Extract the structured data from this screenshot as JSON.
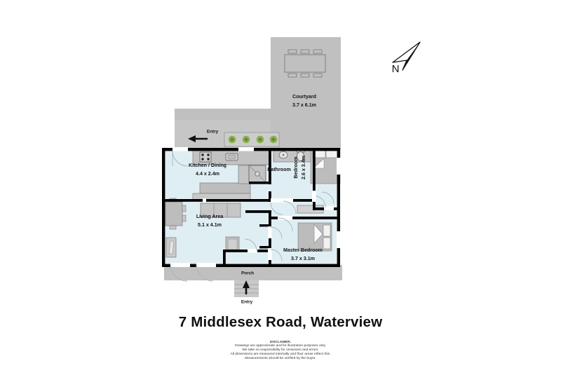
{
  "title": "7 Middlesex Road, Waterview",
  "colors": {
    "interior_floor": "#dfeef2",
    "exterior_ground": "#c0c0c0",
    "wall": "#000000",
    "furniture": "#b5b5b5",
    "furniture_light": "#cfcfcf",
    "plant_green": "#7ba23f",
    "text": "#141414",
    "page_background": "#ffffff"
  },
  "compass": {
    "label": "N",
    "icon": "north-arrow-icon",
    "direction": "up-right"
  },
  "rooms": [
    {
      "id": "courtyard",
      "name": "Courtyard",
      "dimensions": "3.7 x 6.1m",
      "area_type": "outdoor",
      "furniture": [
        "outdoor-dining-table",
        "outdoor-chairs"
      ]
    },
    {
      "id": "kitchen-dining",
      "name": "Kitchen / Dining",
      "dimensions": "4.4 x 2.4m",
      "area_type": "indoor",
      "furniture": [
        "stovetop",
        "sink",
        "bench",
        "counter"
      ]
    },
    {
      "id": "bathroom",
      "name": "Bathroom",
      "dimensions": "",
      "area_type": "indoor",
      "furniture": [
        "basin",
        "toilet",
        "shower"
      ]
    },
    {
      "id": "bedroom",
      "name": "Bedroom",
      "dimensions": "2.6 x 3.4m",
      "area_type": "indoor",
      "orientation": "vertical",
      "furniture": [
        "double-bed",
        "wardrobe"
      ]
    },
    {
      "id": "living-area",
      "name": "Living Area",
      "dimensions": "5.1 x 4.1m",
      "area_type": "indoor",
      "furniture": [
        "sofa",
        "armchair",
        "dining-table",
        "tv-console"
      ]
    },
    {
      "id": "master-bedroom",
      "name": "Master Bedroom",
      "dimensions": "3.7 x 3.1m",
      "area_type": "indoor",
      "furniture": [
        "double-bed",
        "wardrobe"
      ]
    },
    {
      "id": "porch",
      "name": "Porch",
      "dimensions": "",
      "area_type": "outdoor",
      "furniture": []
    }
  ],
  "markers": [
    {
      "id": "entry-top",
      "label": "Entry",
      "arrow": "left"
    },
    {
      "id": "entry-bottom",
      "label": "Entry",
      "arrow": "up"
    }
  ],
  "disclaimer": {
    "heading": "DISCLAIMER.",
    "lines": [
      "Drawings are approximate and for illustration purposes only.",
      "We take no responsibility for omissions and errors.",
      "All dimensions are measured internally and floor areas reflect this.",
      "Measurements should be verified by the buyer."
    ]
  }
}
